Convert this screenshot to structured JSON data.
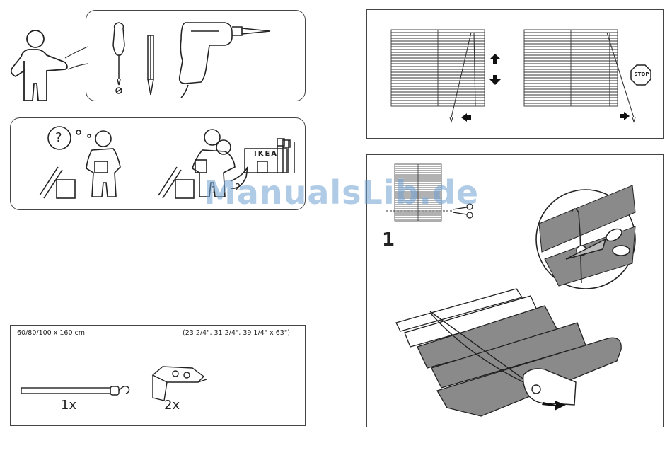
{
  "parts": {
    "size_metric": "60/80/100 x 160 cm",
    "size_imperial": "(23 2/4\", 31 2/4\", 39 1/4\" x 63\")",
    "rod_qty": "1x",
    "bracket_qty": "2x"
  },
  "bubble": {
    "question": "?"
  },
  "ikea_store": {
    "sign": "IKEA"
  },
  "phone": {
    "step1": "1",
    "step2": "2"
  },
  "stop_sign": {
    "label": "STOP"
  },
  "assembly": {
    "step_number": "1"
  },
  "watermark": {
    "text": "ManualsLib.de"
  },
  "colors": {
    "line": "#333333",
    "slat_fill": "#8a8a8a",
    "watermark": "#6ea0d2"
  },
  "icons": [
    "screwdriver-icon",
    "pencil-icon",
    "drill-icon",
    "arrow-up-icon",
    "arrow-down-icon",
    "arrow-left-icon",
    "arrow-right-icon",
    "stop-icon",
    "scissors-icon"
  ]
}
